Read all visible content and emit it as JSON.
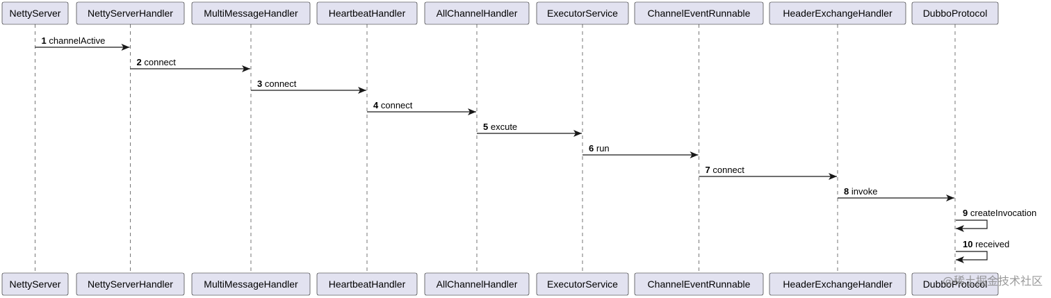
{
  "participants": [
    "NettyServer",
    "NettyServerHandler",
    "MultiMessageHandler",
    "HeartbeatHandler",
    "AllChannelHandler",
    "ExecutorService",
    "ChannelEventRunnable",
    "HeaderExchangeHandler",
    "DubboProtocol"
  ],
  "messages": [
    {
      "num": "1",
      "label": "channelActive",
      "from": 0,
      "to": 1
    },
    {
      "num": "2",
      "label": "connect",
      "from": 1,
      "to": 2
    },
    {
      "num": "3",
      "label": "connect",
      "from": 2,
      "to": 3
    },
    {
      "num": "4",
      "label": "connect",
      "from": 3,
      "to": 4
    },
    {
      "num": "5",
      "label": "excute",
      "from": 4,
      "to": 5
    },
    {
      "num": "6",
      "label": "run",
      "from": 5,
      "to": 6
    },
    {
      "num": "7",
      "label": "connect",
      "from": 6,
      "to": 7
    },
    {
      "num": "8",
      "label": "invoke",
      "from": 7,
      "to": 8
    },
    {
      "num": "9",
      "label": "createInvocation",
      "from": 8,
      "to": 8
    },
    {
      "num": "10",
      "label": "received",
      "from": 8,
      "to": 8
    }
  ],
  "watermark": "@稀土掘金技术社区",
  "colors": {
    "participant_fill": "#e2e2f0",
    "line": "#181818"
  }
}
